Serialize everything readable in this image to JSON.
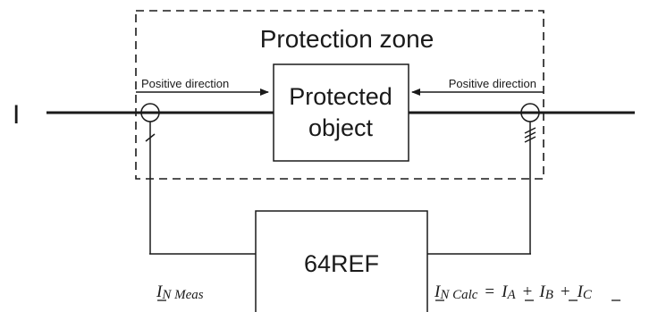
{
  "zone_title": "Protection zone",
  "line_label": "I",
  "protected_object": {
    "line1": "Protected",
    "line2": "object"
  },
  "left_direction": "Positive direction",
  "right_direction": "Positive direction",
  "relay_label": "64REF",
  "measured_current": {
    "symbol": "I",
    "subscript": "N Meas"
  },
  "calculated_current": {
    "symbol": "I",
    "subscript": "N Calc",
    "equals": "=",
    "plus": "+",
    "terms": [
      {
        "symbol": "I",
        "subscript": "A"
      },
      {
        "symbol": "I",
        "subscript": "B"
      },
      {
        "symbol": "I",
        "subscript": "C"
      }
    ]
  }
}
